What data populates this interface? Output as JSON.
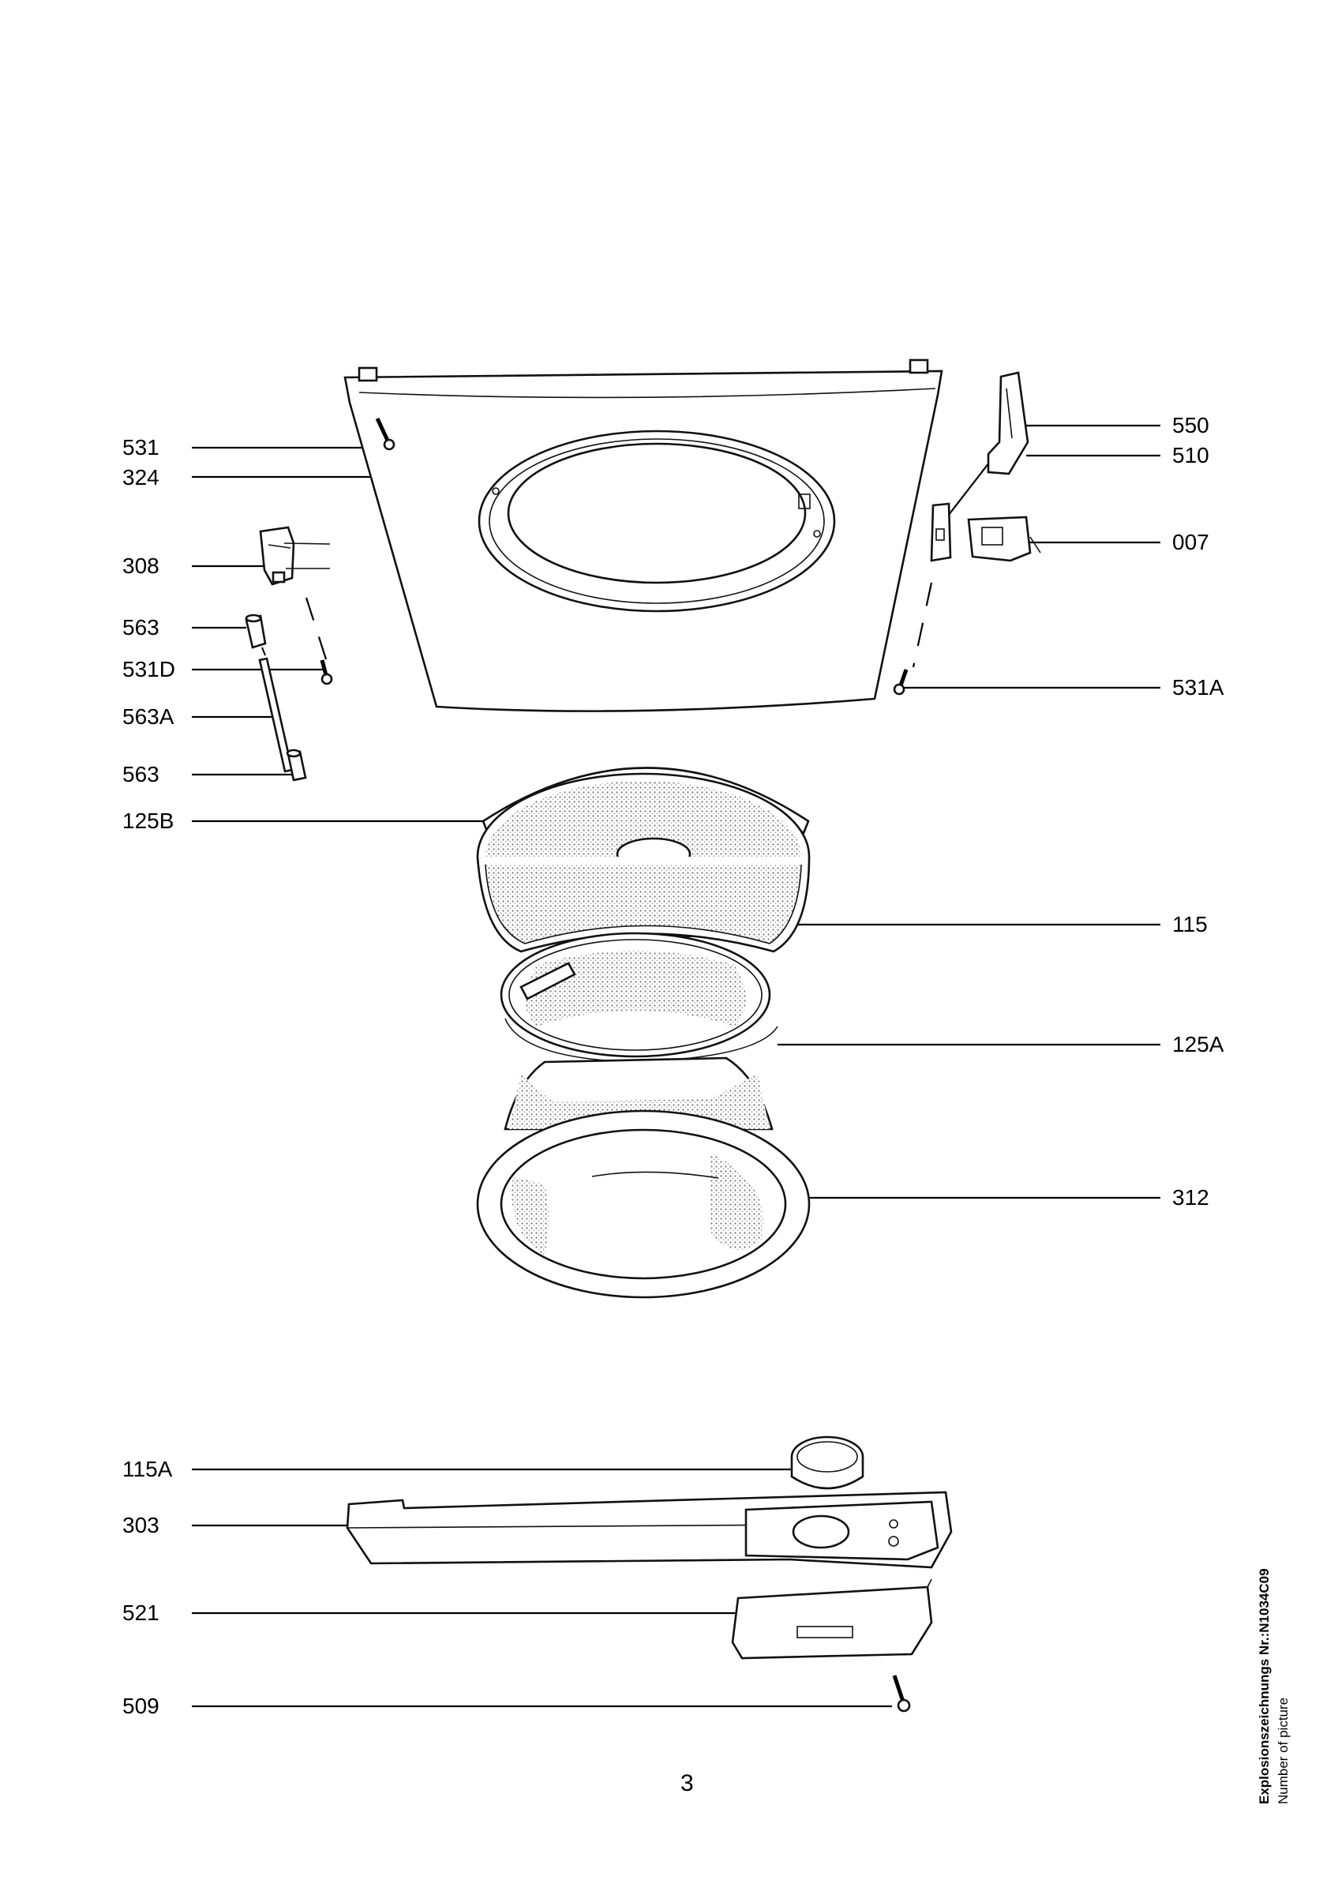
{
  "callouts": {
    "left": [
      "531",
      "324",
      "308",
      "563",
      "531D",
      "563A",
      "563",
      "125B",
      "115A",
      "303",
      "521",
      "509"
    ],
    "right": [
      "550",
      "510",
      "007",
      "531A",
      "115",
      "125A",
      "312"
    ]
  },
  "footer": {
    "page_number": "3",
    "drawing_label": "Explosionszeichnungs Nr.:N1034C09",
    "picture_label": "Number of picture"
  }
}
